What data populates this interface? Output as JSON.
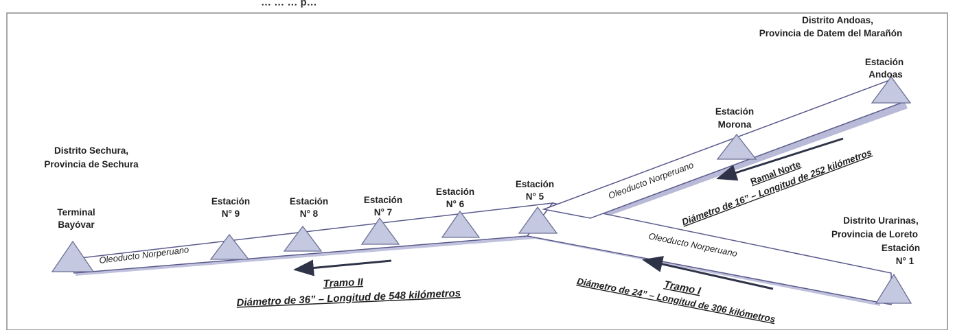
{
  "title_partial": "… … … p…",
  "places": {
    "sechura": {
      "line1": "Distrito Sechura,",
      "line2": "Provincia de Sechura"
    },
    "andoas": {
      "line1": "Distrito Andoas,",
      "line2": "Provincia de Datem del Marañón"
    },
    "urarinas": {
      "line1": "Distrito Urarinas,",
      "line2": "Provincia de Loreto"
    }
  },
  "stations": {
    "terminal": {
      "line1": "Terminal",
      "line2": "Bayóvar"
    },
    "e9": {
      "line1": "Estación",
      "line2": "N° 9"
    },
    "e8": {
      "line1": "Estación",
      "line2": "N° 8"
    },
    "e7": {
      "line1": "Estación",
      "line2": "N° 7"
    },
    "e6": {
      "line1": "Estación",
      "line2": "N° 6"
    },
    "e5": {
      "line1": "Estación",
      "line2": "N° 5"
    },
    "morona": {
      "line1": "Estación",
      "line2": "Morona"
    },
    "andoas": {
      "line1": "Estación",
      "line2": "Andoas"
    },
    "e1": {
      "line1": "Estación",
      "line2": "N° 1"
    }
  },
  "pipes": {
    "tramo2": "Oleoducto Norperuano",
    "ramal": "Oleoducto Norperuano",
    "tramo1": "Oleoducto Norperuano"
  },
  "segments": {
    "tramo2": {
      "name": "Tramo II",
      "spec": "Diámetro de 36” – Longitud de 548 kilómetros"
    },
    "tramo1": {
      "name": "Tramo I",
      "spec": "Diámetro de 24” – Longitud de 306 kilómetros"
    },
    "ramal": {
      "name": "Ramal Norte",
      "spec": "Diámetro de 16” – Longitud de 252 kilómetros"
    }
  },
  "colors": {
    "pipe_fill": "#ffffff",
    "pipe_stroke": "#5a5a8c",
    "pipe_shadow": "#b9bad8",
    "triangle_fill": "#c4c8e0",
    "arrow": "#2e3348"
  }
}
